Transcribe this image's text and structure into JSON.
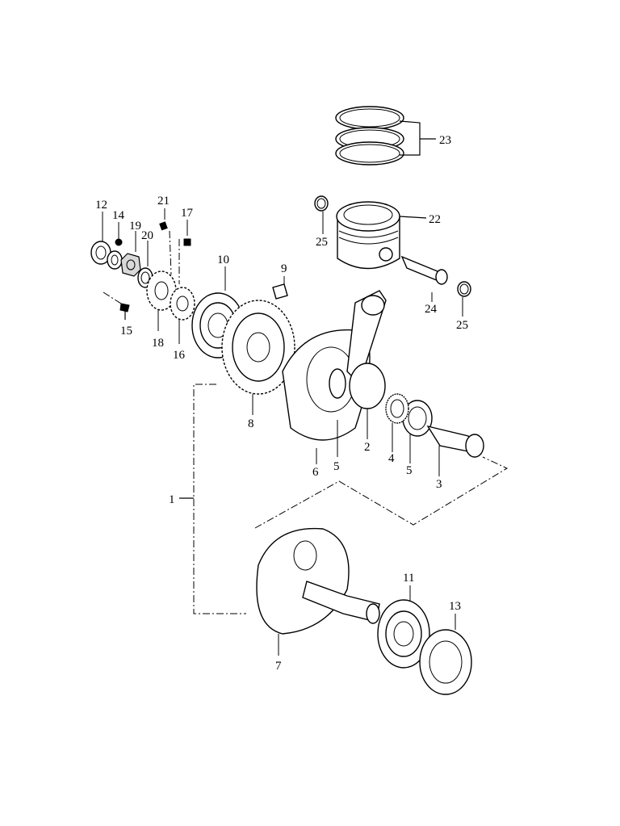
{
  "diagram": {
    "labels": {
      "l1": "1",
      "l2": "2",
      "l3": "3",
      "l4": "4",
      "l5a": "5",
      "l5b": "5",
      "l6": "6",
      "l7": "7",
      "l8": "8",
      "l9": "9",
      "l10": "10",
      "l11": "11",
      "l12": "12",
      "l13": "13",
      "l14": "14",
      "l15": "15",
      "l16": "16",
      "l17": "17",
      "l18": "18",
      "l19": "19",
      "l20": "20",
      "l21": "21",
      "l22": "22",
      "l23": "23",
      "l24": "24",
      "l25a": "25",
      "l25b": "25"
    }
  }
}
